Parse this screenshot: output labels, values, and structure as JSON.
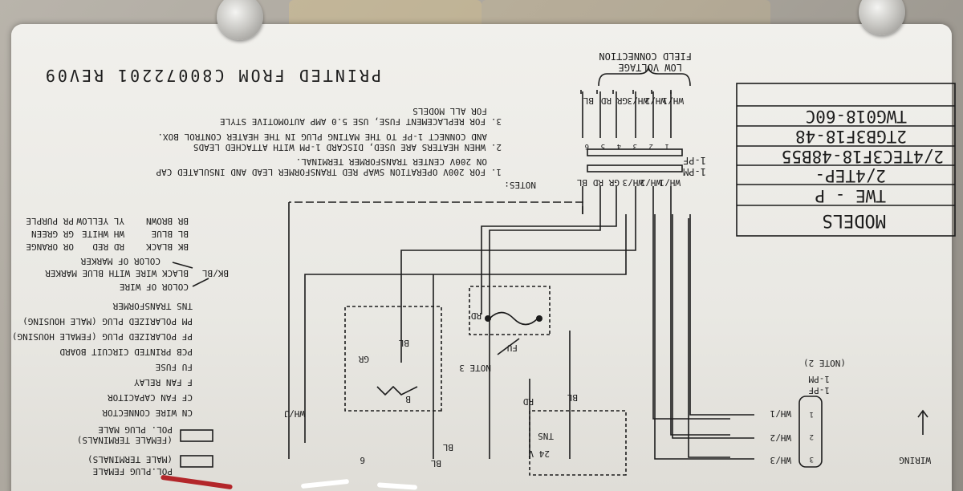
{
  "header": {
    "printed_from": "PRINTED FROM C80072201 REV09"
  },
  "notes": {
    "heading": "NOTES:",
    "note1_line1": "1. FOR 200V OPERATION SWAP RED TRANSFORMER LEAD AND INSULATED CAP",
    "note1_line2": "ON 200V CENTER TRANSFORMER TERMINAL.",
    "note2_line1": "2. WHEN HEATERS ARE USED, DISCARD 1-PM WITH ATTACHED LEADS",
    "note2_line2": "AND CONNECT 1-PF TO THE MATING PLUG IN THE HEATER CONTROL BOX.",
    "note3_line1": "3. FOR REPLACEMENT FUSE, USE 5.0 AMP AUTOMOTIVE STYLE",
    "note3_line2": "FOR ALL MODELS"
  },
  "models": {
    "title": "MODELS",
    "rows": [
      "TWE - P",
      "2/4TEP-",
      "2/4TEC3F18-48B55",
      "2TGB3F18-48",
      "TWG018-60C"
    ]
  },
  "field_connection": {
    "line1": "FIELD CONNECTION",
    "line2": "LOW VOLTAGE",
    "plug_label_pm": "1-PM",
    "plug_label_pf": "1-PF",
    "wires": [
      "BL",
      "RD",
      "GR",
      "WH/3",
      "WH/2",
      "WH/1"
    ],
    "pins": [
      "6",
      "5",
      "4",
      "3",
      "2",
      "1"
    ]
  },
  "color_codes": {
    "row1": [
      "BR BROWN",
      "YL YELLOW",
      "PR PURPLE"
    ],
    "row2": [
      "BL BLUE",
      "WH WHITE",
      "GR GREEN"
    ],
    "row3": [
      "BK BLACK",
      "RD RED",
      "OR ORANGE"
    ]
  },
  "marker_legend": {
    "color_of_marker": "COLOR OF MARKER",
    "code": "BK/BL",
    "description": "BLACK WIRE WITH BLUE MARKER",
    "color_of_wire": "COLOR OF WIRE"
  },
  "legend": {
    "items": [
      "TNS  TRANSFORMER",
      "PM   POLARIZED PLUG (MALE HOUSING)",
      "PF   POLARIZED PLUG (FEMALE HOUSING)",
      "PCB  PRINTED CIRCUIT BOARD",
      "FU   FUSE",
      "F    FAN RELAY",
      "CF   FAN CAPACITOR",
      "CN   WIRE CONNECTOR"
    ],
    "pol_plug_male": "POL. PLUG MALE",
    "female_terminals": "(FEMALE TERMINALS)",
    "male_terminals": "(MALE TERMINALS)",
    "pol_plug_female": "POL.PLUG FEMALE"
  },
  "schematic": {
    "rd": "RD",
    "fu": "FU",
    "note3": "NOTE 3",
    "gr": "GR",
    "bl": "BL",
    "b": "B",
    "rd_vertical": "RD",
    "bl_vertical": "BL",
    "wh_j": "WH/J",
    "tns": "TNS",
    "volt": "24 V",
    "bl_bottom1": "BL",
    "bl_bottom2": "BL",
    "pin6": "6"
  },
  "heater_plug": {
    "note": "(NOTE 2)",
    "pm": "1-PM",
    "pf": "1-PF",
    "wires": [
      "WH/1",
      "WH/2",
      "WH/3"
    ],
    "pins": [
      "1",
      "2",
      "3"
    ],
    "wiring": "WIRING"
  }
}
